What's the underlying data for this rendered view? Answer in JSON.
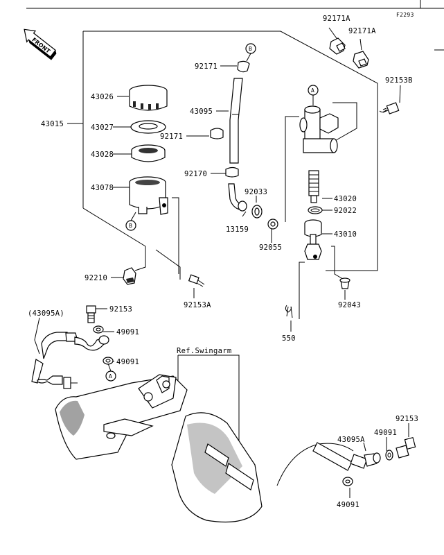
{
  "figure_code": "F2293",
  "front_label": "FRONT",
  "reference_note": "Ref.Swingarm",
  "markers": {
    "a": "A",
    "b": "B"
  },
  "part_numbers": {
    "p92171A_1": "92171A",
    "p92171A_2": "92171A",
    "p92171_top": "92171",
    "p92171_mid": "92171",
    "p92153B": "92153B",
    "p43026": "43026",
    "p43095": "43095",
    "p43015": "43015",
    "p43027": "43027",
    "p43028": "43028",
    "p92170": "92170",
    "p43078": "43078",
    "p92033": "92033",
    "p43020": "43020",
    "p92022": "92022",
    "p13159": "13159",
    "p43010": "43010",
    "p92055": "92055",
    "p92210": "92210",
    "p92153A": "92153A",
    "p92043": "92043",
    "p43095A_ref": "(43095A)",
    "p92153_left": "92153",
    "p49091_l1": "49091",
    "p49091_l2": "49091",
    "p550": "550",
    "p92153_right": "92153",
    "p43095A": "43095A",
    "p49091_r1": "49091",
    "p49091_r2": "49091"
  }
}
